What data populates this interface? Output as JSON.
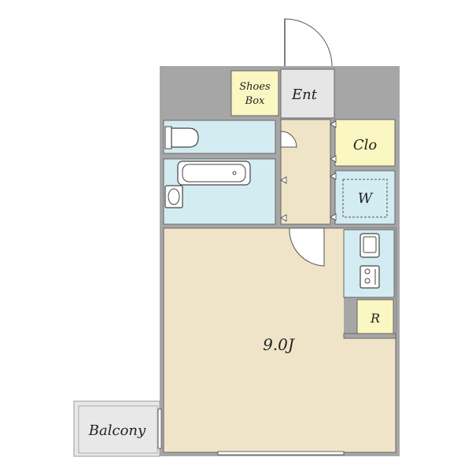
{
  "labels": {
    "shoes_line1": "Shoes",
    "shoes_line2": "Box",
    "entrance": "Ent",
    "closet": "Clo",
    "washer": "W",
    "refrigerator": "R",
    "living_area": "9.0J",
    "balcony": "Balcony"
  },
  "colors": {
    "wall": "#a6a6a6",
    "outline": "#555555",
    "living_floor": "#f0e4c8",
    "hall_floor": "#efe4c6",
    "water_area": "#d3ecf2",
    "storage": "#fbf7c2",
    "entrance_floor": "#e6e6e6",
    "balcony": "#e8e8e8"
  }
}
